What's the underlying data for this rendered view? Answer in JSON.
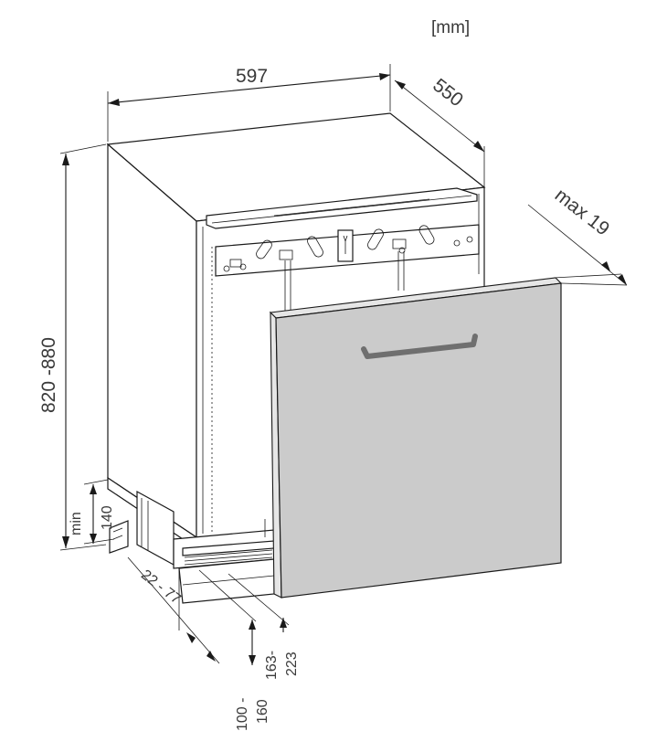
{
  "unit_label": "[mm]",
  "dimensions": {
    "width": "597",
    "depth": "550",
    "height": "820 -880",
    "door_thickness": "max 19",
    "min_plinth_min": "min",
    "min_plinth_val": "140",
    "plinth_recess": "22 - 77",
    "plinth_height_a1": "100 -",
    "plinth_height_a2": "160",
    "plinth_height_b1": "163-",
    "plinth_height_b2": "223"
  },
  "colors": {
    "door": "#cbcbcb",
    "handle": "#6f6f6f",
    "line": "#1a1a1a"
  }
}
